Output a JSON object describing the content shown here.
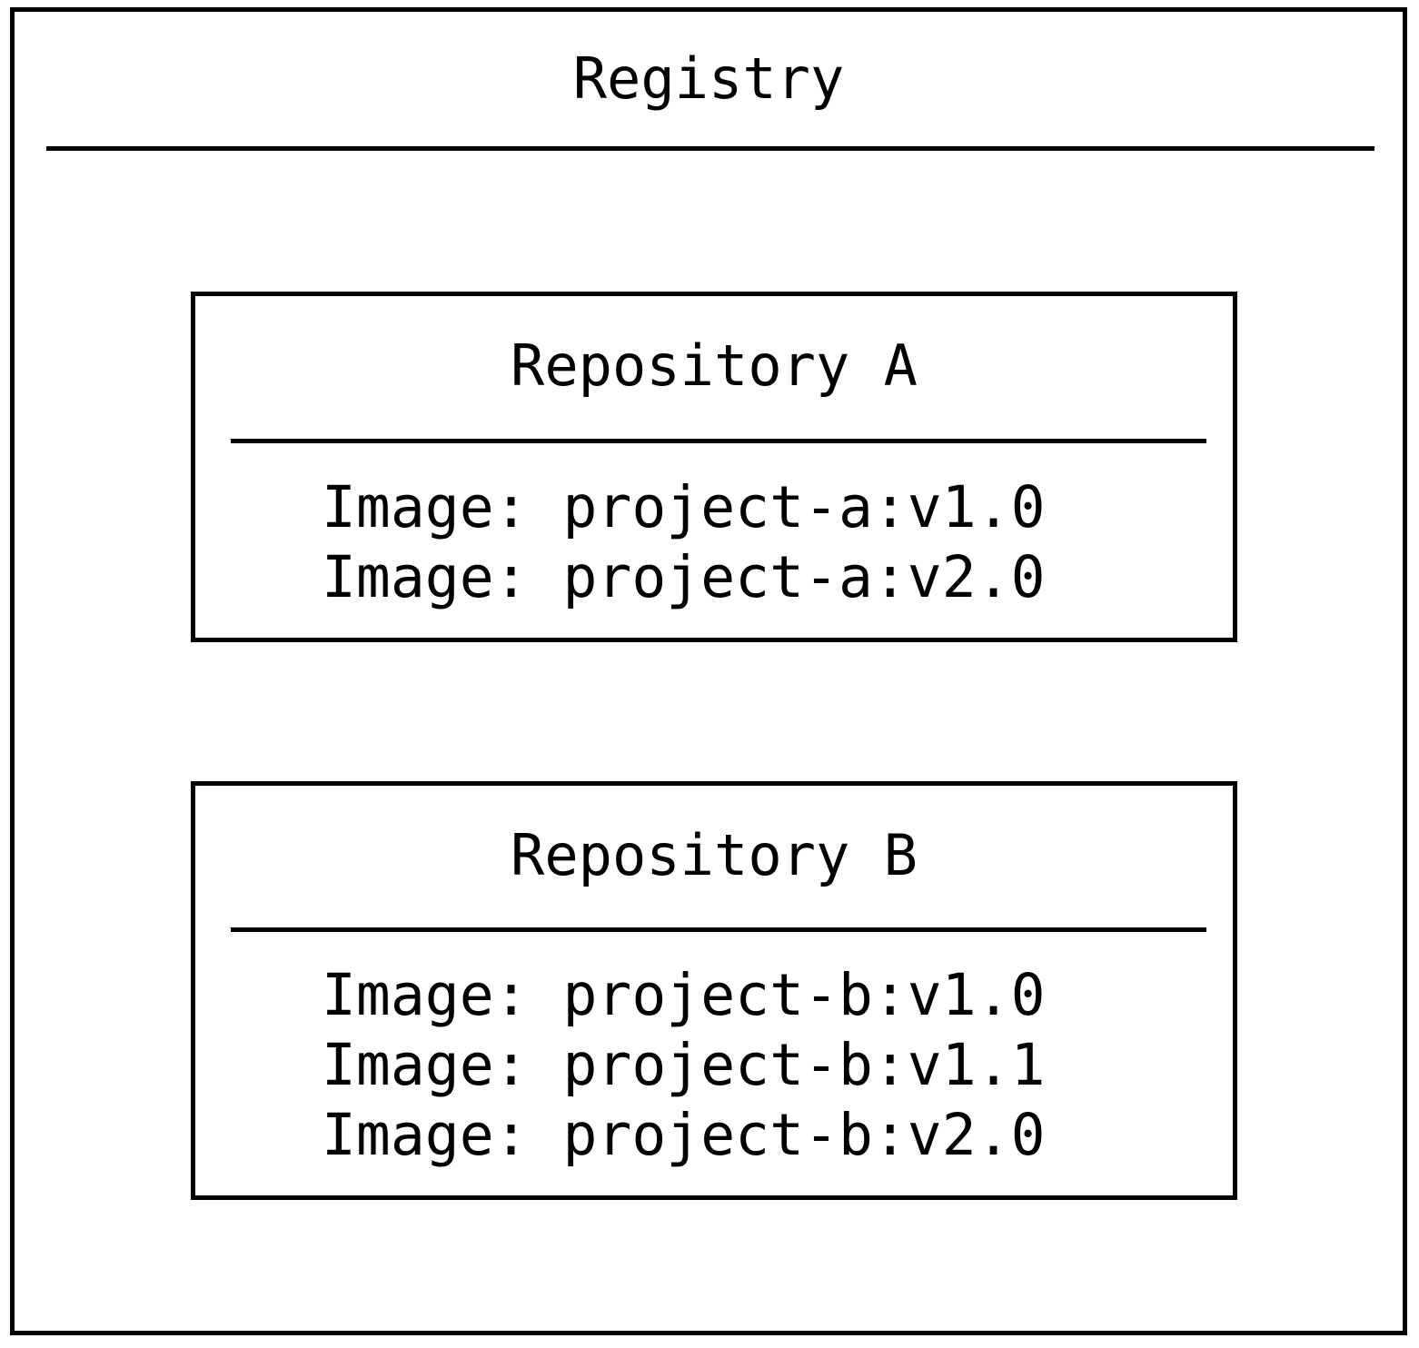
{
  "diagram": {
    "registry": {
      "title": "Registry",
      "repositories": [
        {
          "name": "Repository A",
          "images": [
            "Image: project-a:v1.0",
            "Image: project-a:v2.0"
          ]
        },
        {
          "name": "Repository B",
          "images": [
            "Image: project-b:v1.0",
            "Image: project-b:v1.1",
            "Image: project-b:v2.0"
          ]
        }
      ]
    },
    "colors": {
      "stroke": "#000000",
      "background": "#ffffff",
      "text": "#000000"
    }
  }
}
